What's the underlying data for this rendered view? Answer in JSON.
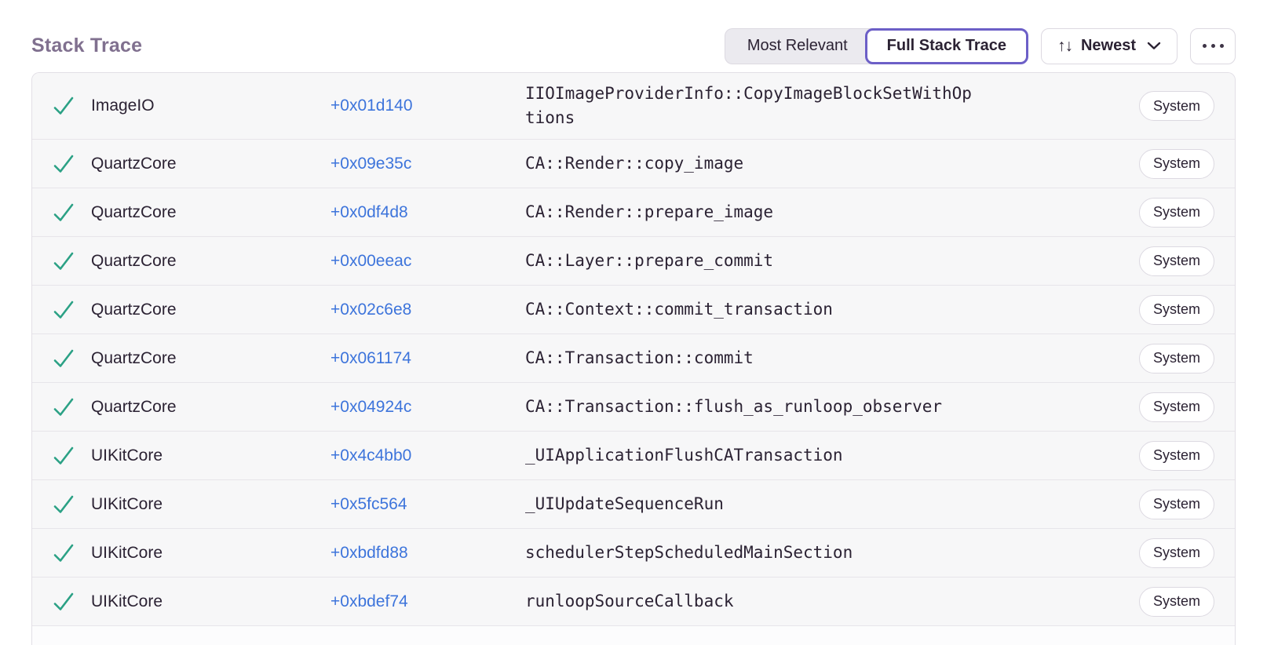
{
  "header": {
    "title": "Stack Trace",
    "view_toggle": {
      "most_relevant": "Most Relevant",
      "full_stack_trace": "Full Stack Trace",
      "active": "Full Stack Trace"
    },
    "sort": {
      "label": "Newest",
      "icon": "↑↓"
    },
    "icons": {
      "sort_arrows_icon": "↑↓",
      "chevron_down_icon": "⌄",
      "ellipsis_icon": "⋯",
      "check_icon": "✓"
    }
  },
  "colors": {
    "accent_purple": "#6C5FC7",
    "link_blue": "#3D74DB",
    "check_green": "#2BA185",
    "title_gray": "#80708F",
    "row_background": "#F7F7F8",
    "badge_border": "#DCD9E1"
  },
  "table": {
    "badge_label": "System",
    "rows": [
      {
        "module": "ImageIO",
        "address": "+0x01d140",
        "function": "IIOImageProviderInfo::CopyImageBlockSetWithOptions",
        "badge": "System"
      },
      {
        "module": "QuartzCore",
        "address": "+0x09e35c",
        "function": "CA::Render::copy_image",
        "badge": "System"
      },
      {
        "module": "QuartzCore",
        "address": "+0x0df4d8",
        "function": "CA::Render::prepare_image",
        "badge": "System"
      },
      {
        "module": "QuartzCore",
        "address": "+0x00eeac",
        "function": "CA::Layer::prepare_commit",
        "badge": "System"
      },
      {
        "module": "QuartzCore",
        "address": "+0x02c6e8",
        "function": "CA::Context::commit_transaction",
        "badge": "System"
      },
      {
        "module": "QuartzCore",
        "address": "+0x061174",
        "function": "CA::Transaction::commit",
        "badge": "System"
      },
      {
        "module": "QuartzCore",
        "address": "+0x04924c",
        "function": "CA::Transaction::flush_as_runloop_observer",
        "badge": "System"
      },
      {
        "module": "UIKitCore",
        "address": "+0x4c4bb0",
        "function": "_UIApplicationFlushCATransaction",
        "badge": "System"
      },
      {
        "module": "UIKitCore",
        "address": "+0x5fc564",
        "function": "_UIUpdateSequenceRun",
        "badge": "System"
      },
      {
        "module": "UIKitCore",
        "address": "+0xbdfd88",
        "function": "schedulerStepScheduledMainSection",
        "badge": "System"
      },
      {
        "module": "UIKitCore",
        "address": "+0xbdef74",
        "function": "runloopSourceCallback",
        "badge": "System"
      }
    ]
  }
}
